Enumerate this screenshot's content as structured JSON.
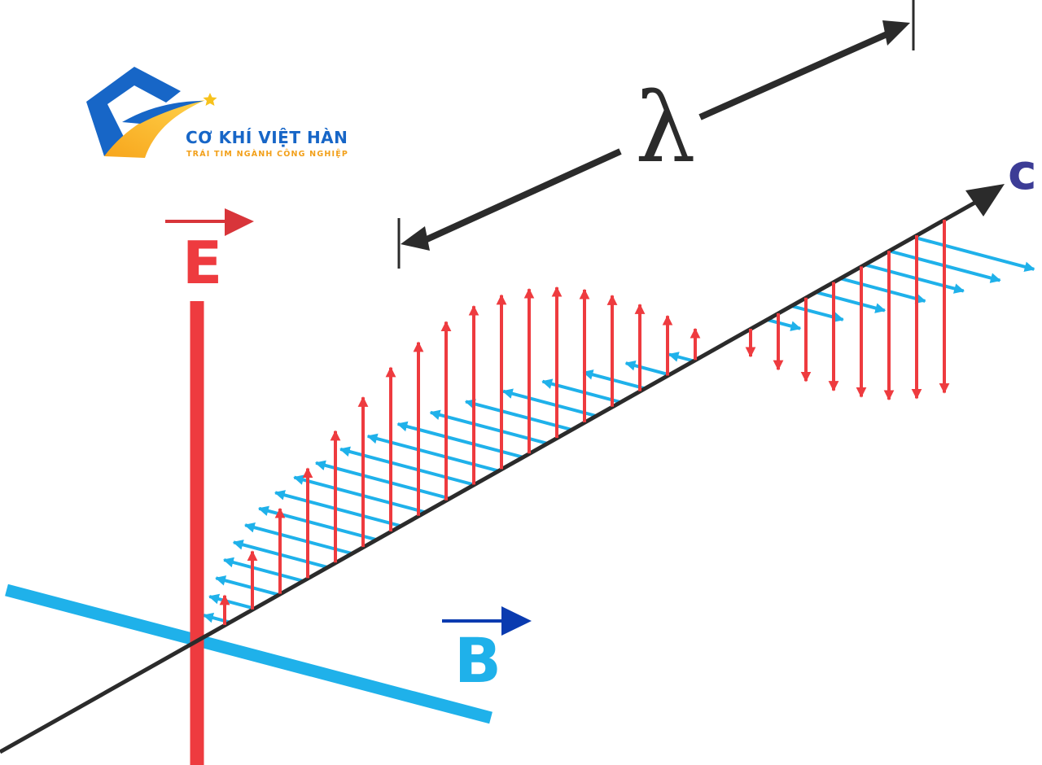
{
  "brand": {
    "name": "CƠ KHÍ VIỆT HÀN",
    "tagline": "TRÁI TIM NGÀNH CÔNG NGHIỆP"
  },
  "labels": {
    "electric_field": "E",
    "magnetic_field": "B",
    "wavelength": "λ",
    "propagation": "c"
  },
  "colors": {
    "electric": "#ee3b3f",
    "magnetic": "#1fb1ea",
    "axis": "#2b2b2b",
    "arrow_dark": "#333333",
    "vector_e": "#d8353a",
    "vector_b": "#0a3bb0",
    "c_label": "#3c3c96",
    "brand_blue": "#1766c7",
    "brand_orange": "#f7a51c"
  },
  "icons": {
    "logo": "house-swoosh-star-icon"
  }
}
